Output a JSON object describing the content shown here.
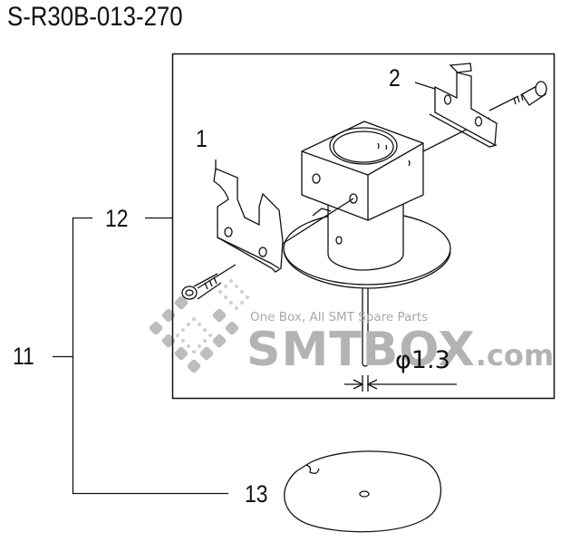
{
  "title": "S-R30B-013-270",
  "callouts": {
    "part1": "1",
    "part2": "2",
    "part11": "11",
    "part12": "12",
    "part13": "13"
  },
  "dimension": {
    "label": "φ1.3"
  },
  "watermark": {
    "tagline": "One Box, All SMT Spare Parts",
    "brand": "SMTBOX",
    "domain": ".com"
  },
  "colors": {
    "line": "#111111",
    "watermark": "#b3b3b3",
    "background": "#ffffff"
  }
}
